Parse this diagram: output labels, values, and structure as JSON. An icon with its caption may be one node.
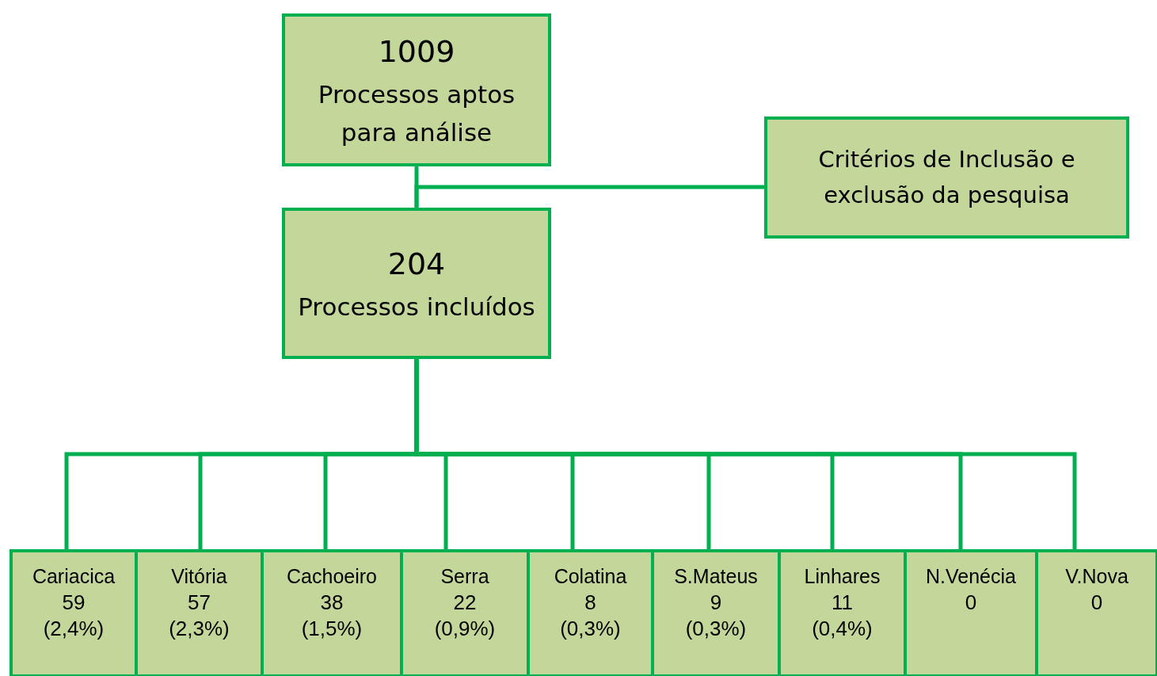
{
  "diagram": {
    "nodes": [
      {
        "text": [
          "1009",
          "Processos aptos para análise"
        ]
      },
      {
        "text": [
          "Critérios de Inclusão e exclusão da pesquisa"
        ]
      },
      {
        "text": [
          "204",
          "Processos incluídos"
        ]
      },
      {
        "text": [
          "Cariacica",
          "59",
          "(2,4%)"
        ]
      },
      {
        "text": [
          "Vitória",
          "57",
          "(2,3%)"
        ]
      },
      {
        "text": [
          "Cachoeiro",
          "38",
          "(1,5%)"
        ]
      },
      {
        "text": [
          "Serra",
          "22",
          "(0,9%)"
        ]
      },
      {
        "text": [
          "Colatina",
          "8",
          "(0,3%)"
        ]
      },
      {
        "text": [
          "S.Mateus",
          "9",
          "(0,3%)"
        ]
      },
      {
        "text": [
          "Linhares",
          "11",
          "(0,4%)"
        ]
      },
      {
        "text": [
          "N.Venécia",
          "0"
        ]
      },
      {
        "text": [
          "V.Nova",
          "0"
        ]
      }
    ],
    "edges": [
      {
        "from": 0,
        "to": 2,
        "arrow": "none"
      },
      {
        "from": 1,
        "to": 2,
        "arrow": "none"
      },
      {
        "from": 2,
        "to": 3,
        "arrow": "none"
      },
      {
        "from": 2,
        "to": 4,
        "arrow": "none"
      },
      {
        "from": 2,
        "to": 5,
        "arrow": "none"
      },
      {
        "from": 2,
        "to": 6,
        "arrow": "none"
      },
      {
        "from": 2,
        "to": 7,
        "arrow": "none"
      },
      {
        "from": 2,
        "to": 8,
        "arrow": "none"
      },
      {
        "from": 2,
        "to": 9,
        "arrow": "none"
      },
      {
        "from": 2,
        "to": 10,
        "arrow": "none"
      },
      {
        "from": 2,
        "to": 11,
        "arrow": "none"
      }
    ]
  }
}
